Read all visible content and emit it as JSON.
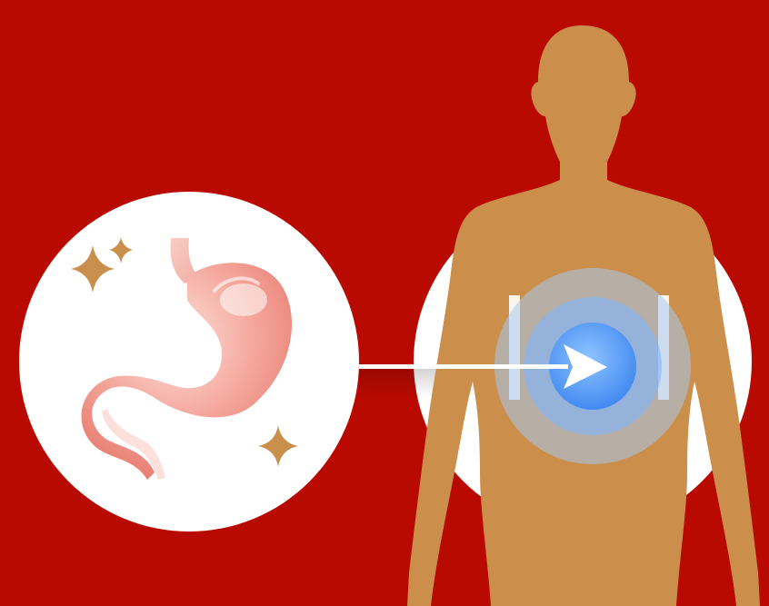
{
  "scene": {
    "background_color": "#b80a00",
    "left_circle": {
      "fill": "#ffffff",
      "contents": "stomach-illustration",
      "stomach_color": "#f4a59a",
      "sparkle_color": "#c98f4c",
      "sparkle_count": 3
    },
    "arrow": {
      "color": "#ffffff",
      "direction": "right"
    },
    "body_silhouette": {
      "color": "#cb8f4b"
    },
    "right_circle": {
      "fill": "#ffffff"
    },
    "target_highlight": {
      "core_color": "#5fa8ff",
      "ring_color": "#9fc6ff",
      "ring_count": 2
    }
  }
}
